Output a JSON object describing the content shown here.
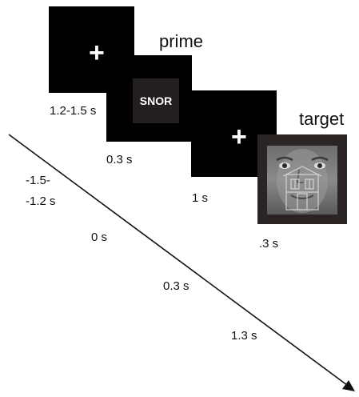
{
  "colors": {
    "screen": "#000000",
    "word_box": "#231f20",
    "fixation": "#ffffff",
    "arrow": "#111111",
    "face_frame": "#2a2424"
  },
  "panels": {
    "fixation_1": {
      "symbol": "+",
      "duration": "1.2-1.5 s"
    },
    "prime": {
      "heading": "prime",
      "word": "SNOR",
      "duration": "0.3 s"
    },
    "fixation_2": {
      "symbol": "+",
      "duration": "1 s"
    },
    "target": {
      "heading": "target",
      "image": "face-house-overlay",
      "duration": ".3 s"
    }
  },
  "timeline": {
    "times": [
      {
        "line1": "-1.5-",
        "line2": "-1.2 s"
      },
      {
        "line1": "0 s"
      },
      {
        "line1": "0.3 s"
      },
      {
        "line1": "1.3 s"
      }
    ]
  }
}
